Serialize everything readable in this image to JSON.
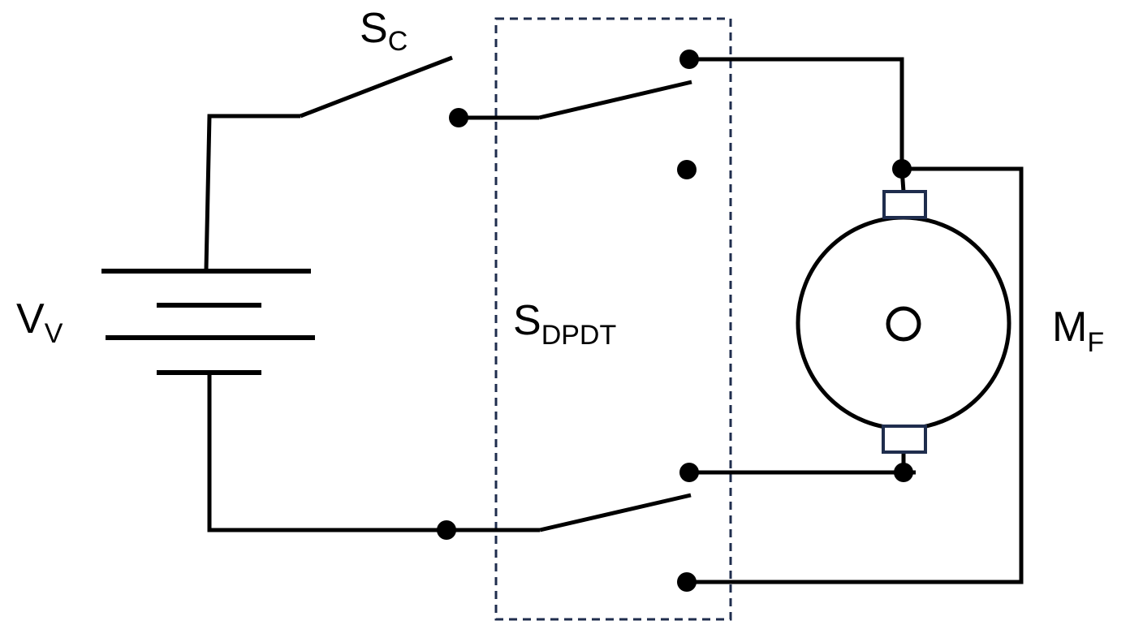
{
  "labels": {
    "battery": {
      "main": "V",
      "sub": "V"
    },
    "control_switch": {
      "main": "S",
      "sub": "C"
    },
    "dpdt_switch": {
      "main": "S",
      "sub": "DPDT"
    },
    "motor": {
      "main": "M",
      "sub": "F"
    }
  },
  "colors": {
    "wire": "#000000",
    "dpdt_box": "#1f2d4d",
    "brush": "#1f2d4d",
    "background": "#ffffff"
  }
}
